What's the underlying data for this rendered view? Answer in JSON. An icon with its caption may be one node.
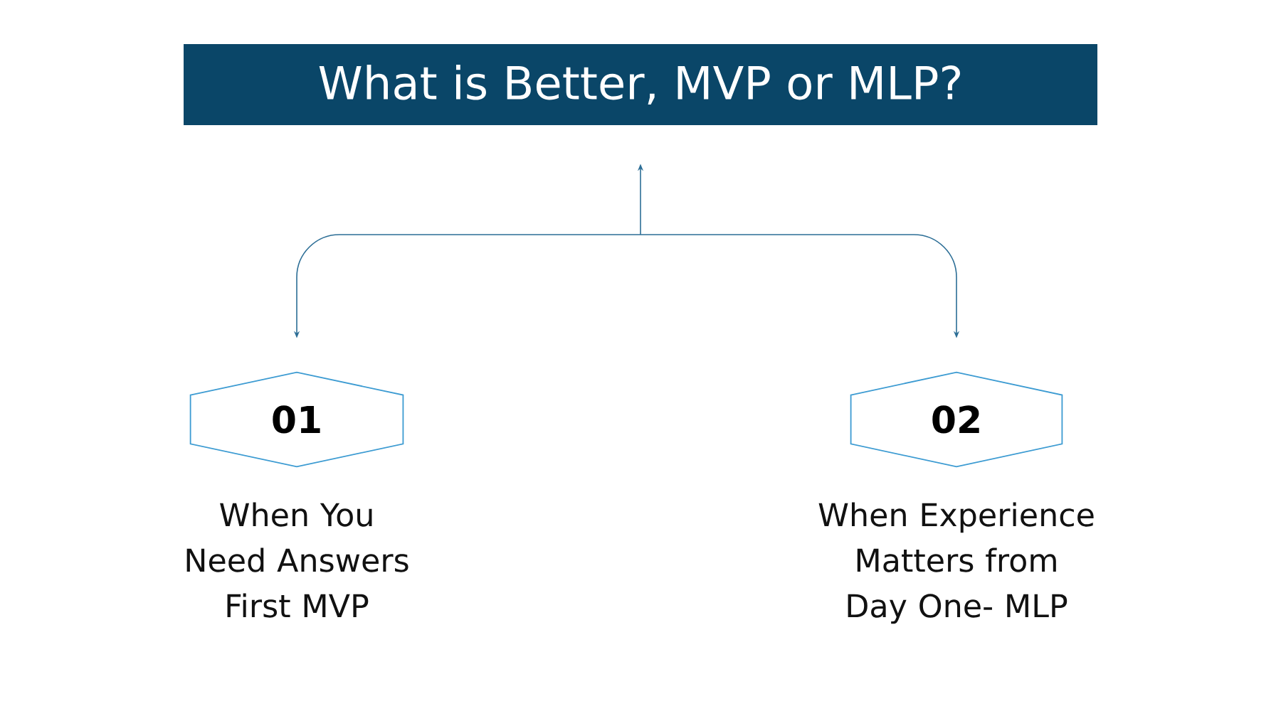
{
  "diagram": {
    "nodes": [
      {
        "text": [
          "What is Better, MVP or MLP?"
        ]
      },
      {
        "text": [
          "01"
        ],
        "beside": [
          "When You Need Answers First MVP"
        ]
      },
      {
        "text": [
          "02"
        ],
        "beside": [
          "When Experience Matters from Day One- MLP"
        ]
      }
    ],
    "edges": [
      {
        "from": 0,
        "to": 1,
        "arrow": "both"
      },
      {
        "from": 0,
        "to": 2,
        "arrow": "both"
      }
    ]
  }
}
